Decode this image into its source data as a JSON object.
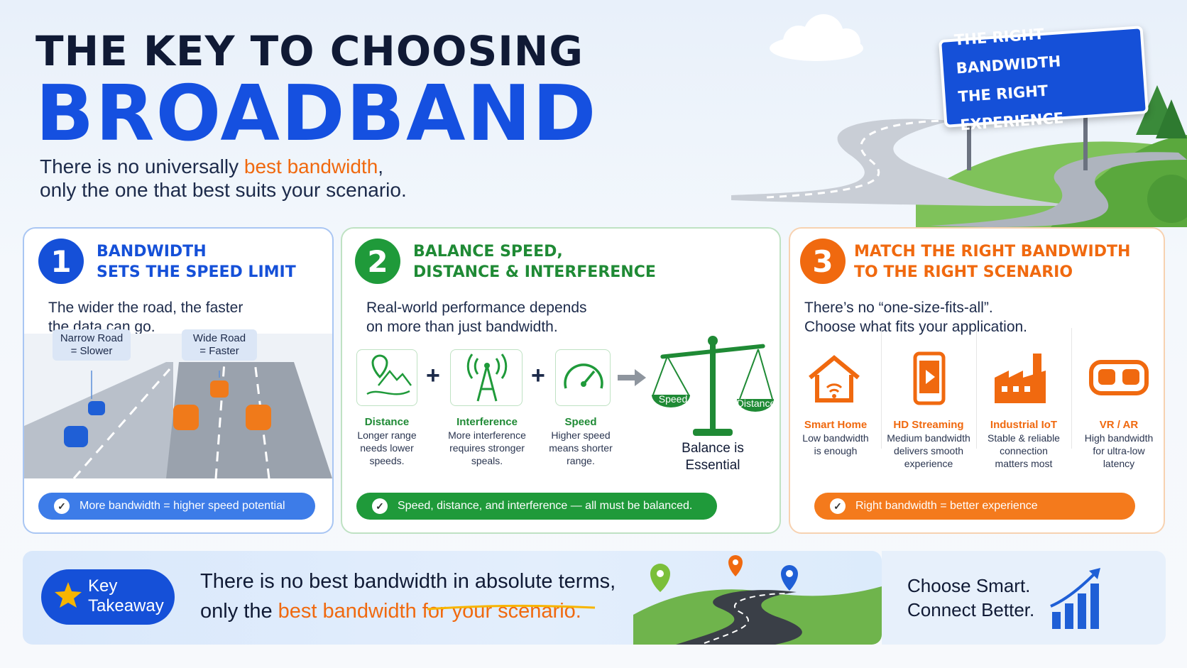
{
  "header": {
    "title_line1": "THE KEY TO CHOOSING",
    "title_line2": "BROADBAND",
    "subtitle_pre": "There is no universally ",
    "subtitle_highlight": "best bandwidth",
    "subtitle_post": ",",
    "subtitle_line2": "only the one that best suits your scenario."
  },
  "sign": {
    "line1": "THE RIGHT BANDWIDTH",
    "line2": "THE RIGHT EXPERIENCE"
  },
  "card1": {
    "number": "1",
    "title_line1": "BANDWIDTH",
    "title_line2": "SETS THE SPEED LIMIT",
    "body_line1": "The wider the road, the faster",
    "body_line2": "the data can go.",
    "narrow_l1": "Narrow Road",
    "narrow_l2": "= Slower",
    "wide_l1": "Wide Road",
    "wide_l2": "= Faster",
    "pill": "More bandwidth = higher speed potential"
  },
  "card2": {
    "number": "2",
    "title_line1": "BALANCE SPEED,",
    "title_line2": "DISTANCE & INTERFERENCE",
    "body_line1": "Real-world performance depends",
    "body_line2": "on more than just bandwidth.",
    "plus": "+",
    "factors": [
      {
        "name": "Distance",
        "l1": "Longer range",
        "l2": "needs lower",
        "l3": "speeds."
      },
      {
        "name": "Interference",
        "l1": "More interference",
        "l2": "requires stronger",
        "l3": "speals."
      },
      {
        "name": "Speed",
        "l1": "Higher speed",
        "l2": "means shorter",
        "l3": "range."
      }
    ],
    "scale_left": "Speed",
    "scale_right": "Distance",
    "balance_l1": "Balance is",
    "balance_l2": "Essential",
    "pill": "Speed, distance, and interference — all must be balanced."
  },
  "card3": {
    "number": "3",
    "title_line1": "MATCH THE RIGHT BANDWIDTH",
    "title_line2": "TO THE RIGHT SCENARIO",
    "body_line1": "There’s no “one-size-fits-all”.",
    "body_line2": "Choose what fits your application.",
    "scenarios": [
      {
        "name": "Smart Home",
        "l1": "Low bandwidth",
        "l2": "is enough",
        "l3": ""
      },
      {
        "name": "HD Streaming",
        "l1": "Medium bandwidth",
        "l2": "delivers smooth",
        "l3": "experience"
      },
      {
        "name": "Industrial IoT",
        "l1": "Stable & reliable",
        "l2": "connection",
        "l3": "matters most"
      },
      {
        "name": "VR / AR",
        "l1": "High bandwidth",
        "l2": "for ultra-low",
        "l3": "latency"
      }
    ],
    "pill": "Right bandwidth = better experience"
  },
  "takeaway": {
    "label_l1": "Key",
    "label_l2": "Takeaway",
    "msg_line1": "There is no best bandwidth in absolute terms,",
    "msg_pre": "only the ",
    "msg_highlight": "best bandwidth for your scenario.",
    "slogan_l1": "Choose Smart.",
    "slogan_l2": "Connect Better."
  },
  "colors": {
    "blue": "#1550d8",
    "green": "#1f9a3a",
    "orange": "#f0690f",
    "dark": "#101a35"
  }
}
